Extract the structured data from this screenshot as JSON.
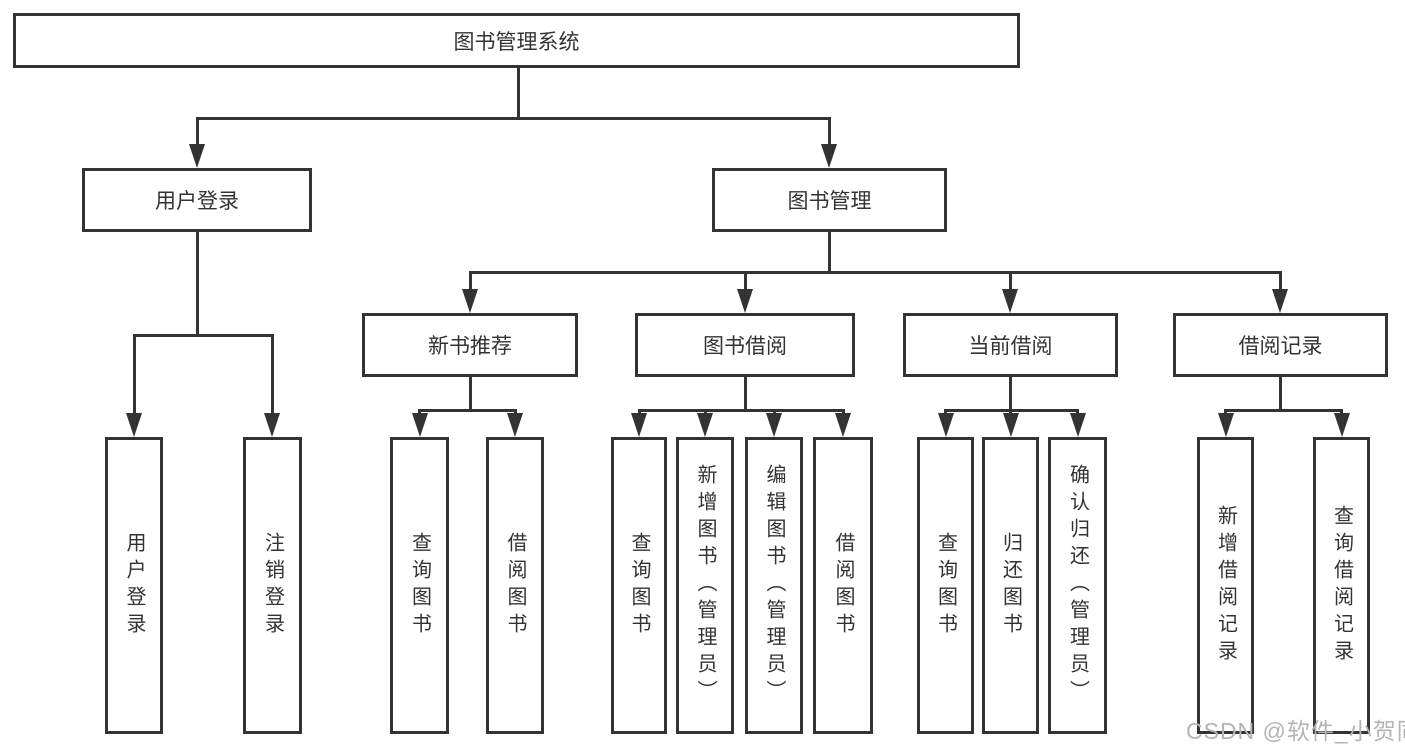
{
  "colors": {
    "line": "#333333",
    "text": "#333333",
    "watermark": "#b4b4b4",
    "background": "#ffffff"
  },
  "watermark": {
    "text": "CSDN @软件_小贺同学"
  },
  "tree": {
    "label": "图书管理系统",
    "children": [
      {
        "label": "用户登录",
        "children": [
          {
            "label": "用户登录"
          },
          {
            "label": "注销登录"
          }
        ]
      },
      {
        "label": "图书管理",
        "children": [
          {
            "label": "新书推荐",
            "children": [
              {
                "label": "查询图书"
              },
              {
                "label": "借阅图书"
              }
            ]
          },
          {
            "label": "图书借阅",
            "children": [
              {
                "label": "查询图书"
              },
              {
                "label": "新增图书（管理员）"
              },
              {
                "label": "编辑图书（管理员）"
              },
              {
                "label": "借阅图书"
              }
            ]
          },
          {
            "label": "当前借阅",
            "children": [
              {
                "label": "查询图书"
              },
              {
                "label": "归还图书"
              },
              {
                "label": "确认归还（管理员）"
              }
            ]
          },
          {
            "label": "借阅记录",
            "children": [
              {
                "label": "新增借阅记录"
              },
              {
                "label": "查询借阅记录"
              }
            ]
          }
        ]
      }
    ]
  }
}
